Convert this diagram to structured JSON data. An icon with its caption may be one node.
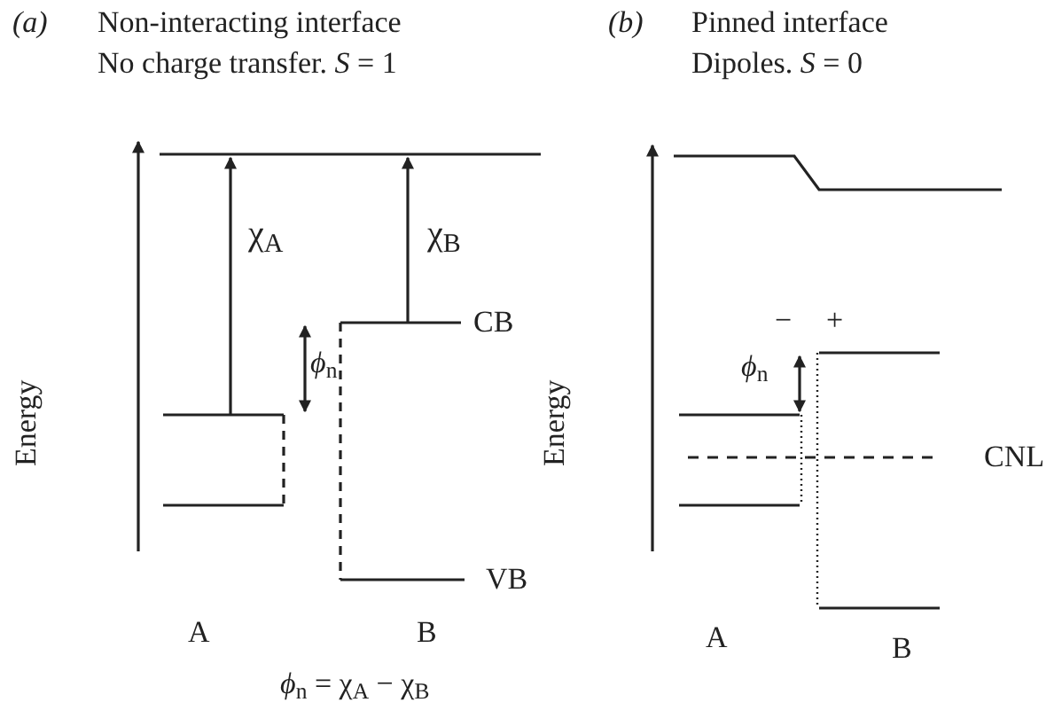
{
  "diagram": {
    "labels": [
      "(a)",
      "Non-interacting interface",
      "No charge transfer. *S* = 1",
      "(b)",
      "Pinned interface",
      "Dipoles. *S* = 0",
      "χ$_{A}$",
      "χ$_{B}$",
      "CB",
      "*ϕ*$_{n}$",
      "Energy",
      "VB",
      "A",
      "B",
      "*ϕ*$_{n}$ = χ$_{A}$ − χ$_{B}$",
      "Energy",
      "−",
      "+",
      "*ϕ*$_{n}$",
      "CNL",
      "A",
      "B"
    ]
  }
}
